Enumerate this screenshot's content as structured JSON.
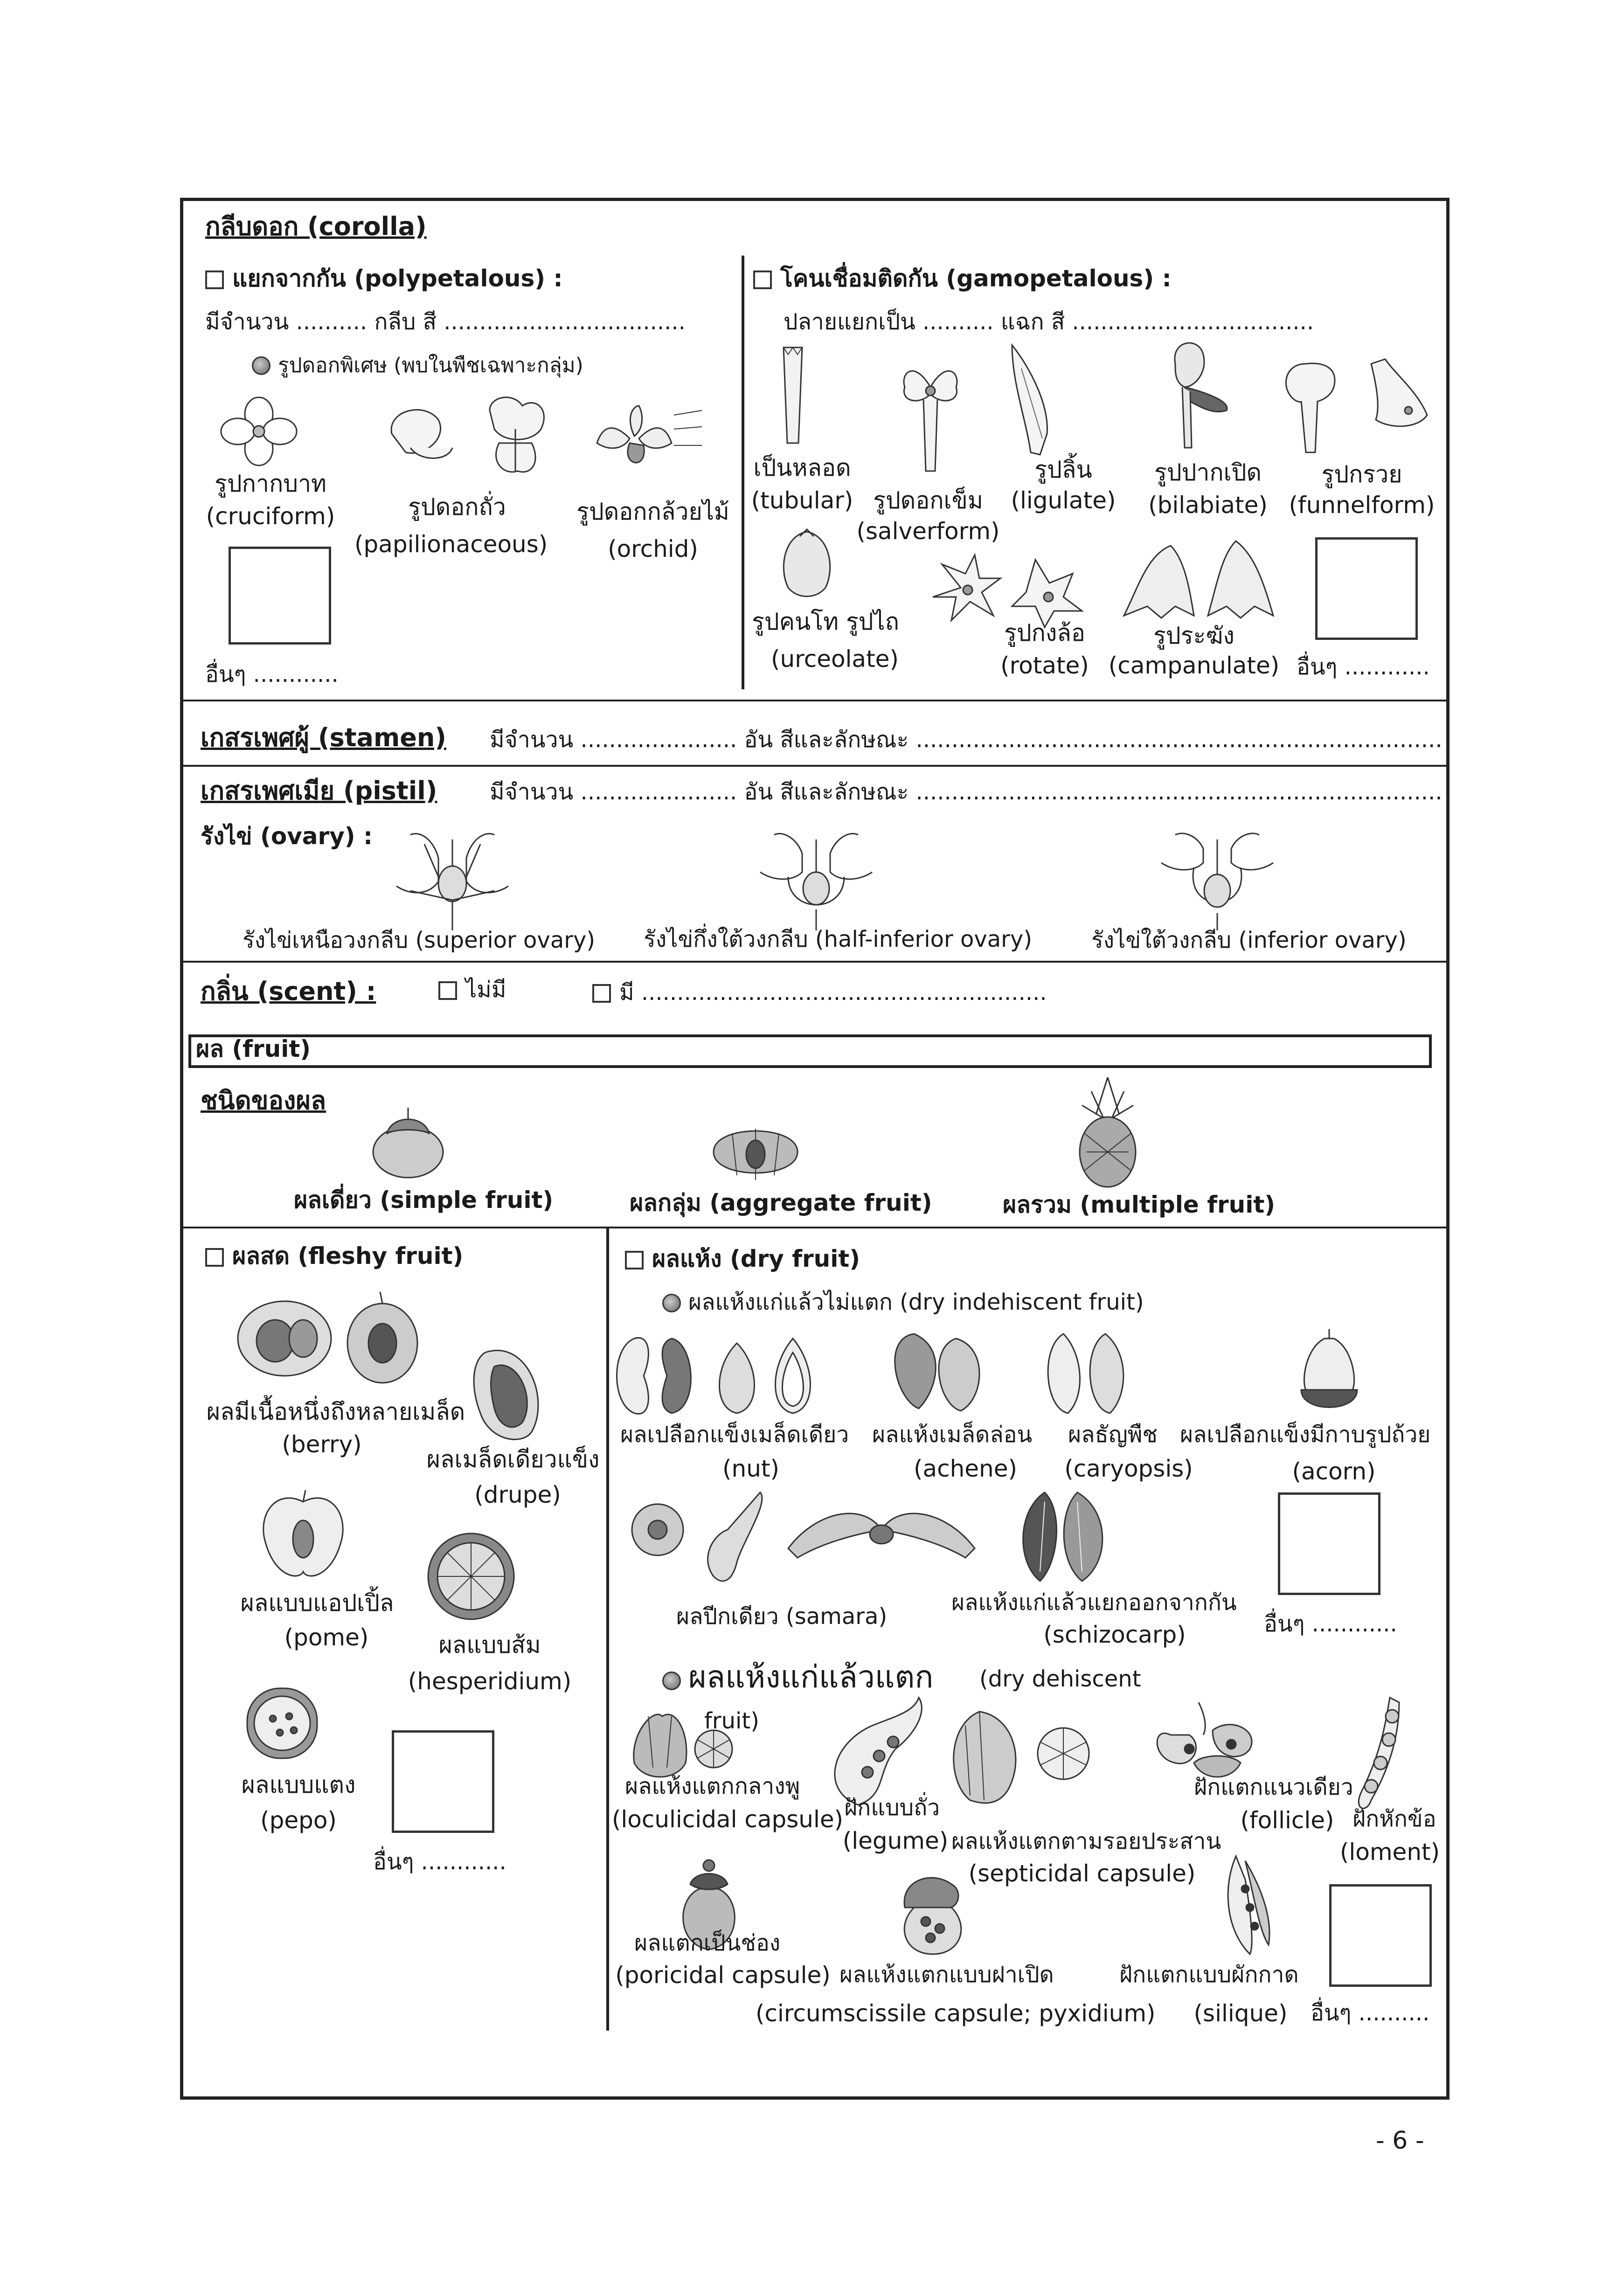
{
  "corolla": {
    "title": "กลีบดอก (corolla)",
    "poly": {
      "heading": "แยกจากกัน (polypetalous) :",
      "count_line": "มีจำนวน .......... กลีบ  สี ..................................",
      "special_heading": "รูปดอกพิเศษ (พบในพืชเฉพาะกลุ่ม)",
      "cruciform_th": "รูปกากบาท",
      "cruciform_en": "(cruciform)",
      "papilionaceous_th": "รูปดอกถั่ว",
      "papilionaceous_en": "(papilionaceous)",
      "orchid_th": "รูปดอกกล้วยไม้",
      "orchid_en": "(orchid)",
      "other": "อื่นๆ ............"
    },
    "gamo": {
      "heading": "โคนเชื่อมติดกัน (gamopetalous) :",
      "count_line": "ปลายแยกเป็น .......... แฉก  สี ..................................",
      "tubular_th": "เป็นหลอด",
      "tubular_en": "(tubular)",
      "salverform_th": "รูปดอกเข็ม",
      "salverform_en": "(salverform)",
      "ligulate_th": "รูปลิ้น",
      "ligulate_en": "(ligulate)",
      "bilabiate_th": "รูปปากเปิด",
      "bilabiate_en": "(bilabiate)",
      "funnelform_th": "รูปกรวย",
      "funnelform_en": "(funnelform)",
      "urceolate_th": "รูปคนโท รูปไถ",
      "urceolate_en": "(urceolate)",
      "rotate_th": "รูปกงล้อ",
      "rotate_en": "(rotate)",
      "campanulate_th": "รูประฆัง",
      "campanulate_en": "(campanulate)",
      "other": "อื่นๆ ............"
    }
  },
  "stamen": {
    "title": "เกสรเพศผู้ (stamen)",
    "line": "มีจำนวน ...................... อัน  สีและลักษณะ .........................................................................."
  },
  "pistil": {
    "title": "เกสรเพศเมีย (pistil)",
    "line": "มีจำนวน ...................... อัน  สีและลักษณะ .........................................................................."
  },
  "ovary": {
    "label": "รังไข่ (ovary) :",
    "superior": "รังไข่เหนือวงกลีบ (superior ovary)",
    "half": "รังไข่กึ่งใต้วงกลีบ (half-inferior ovary)",
    "inferior": "รังไข่ใต้วงกลีบ (inferior ovary)"
  },
  "scent": {
    "label": "กลิ่น (scent) :",
    "none": "ไม่มี",
    "has": "มี ........................................................."
  },
  "fruit": {
    "title": "ผล (fruit)",
    "types_heading": "ชนิดของผล",
    "simple": "ผลเดี่ยว (simple fruit)",
    "aggregate": "ผลกลุ่ม (aggregate fruit)",
    "multiple": "ผลรวม (multiple fruit)",
    "fleshy": {
      "heading": "ผลสด (fleshy fruit)",
      "berry_th": "ผลมีเนื้อหนึ่งถึงหลายเมล็ด",
      "berry_en": "(berry)",
      "drupe_th": "ผลเมล็ดเดียวแข็ง",
      "drupe_en": "(drupe)",
      "pome_th": "ผลแบบแอปเปิ้ล",
      "pome_en": "(pome)",
      "hesperidium_th": "ผลแบบส้ม",
      "hesperidium_en": "(hesperidium)",
      "pepo_th": "ผลแบบแตง",
      "pepo_en": "(pepo)",
      "other": "อื่นๆ ............"
    },
    "dry": {
      "heading": "ผลแห้ง (dry fruit)",
      "indehiscent": {
        "heading": "ผลแห้งแก่แล้วไม่แตก (dry indehiscent fruit)",
        "nut_th": "ผลเปลือกแข็งเมล็ดเดียว",
        "nut_en": "(nut)",
        "achene_th": "ผลแห้งเมล็ดล่อน",
        "achene_en": "(achene)",
        "caryopsis_th": "ผลธัญพืช",
        "caryopsis_en": "(caryopsis)",
        "acorn_th": "ผลเปลือกแข็งมีกาบรูปถ้วย",
        "acorn_en": "(acorn)",
        "samara": "ผลปีกเดียว (samara)",
        "schizocarp_th": "ผลแห้งแก่แล้วแยกออกจากกัน",
        "schizocarp_en": "(schizocarp)",
        "other": "อื่นๆ ............"
      },
      "dehiscent": {
        "heading_th": "ผลแห้งแก่แล้วแตก",
        "heading_en": "(dry dehiscent",
        "heading_en2": "fruit)",
        "loculicidal_th": "ผลแห้งแตกกลางพู",
        "loculicidal_en": "(loculicidal capsule)",
        "legume_th": "ฝักแบบถั่ว",
        "legume_en": "(legume)",
        "septicidal_th": "ผลแห้งแตกตามรอยประสาน",
        "septicidal_en": "(septicidal capsule)",
        "follicle_th": "ฝักแตกแนวเดียว",
        "follicle_en": "(follicle)",
        "loment_th": "ฝักหักข้อ",
        "loment_en": "(loment)",
        "poricidal_th": "ผลแตกเป็นช่อง",
        "poricidal_en": "(poricidal capsule)",
        "pyxidium_th": "ผลแห้งแตกแบบฝาเปิด",
        "pyxidium_en": "(circumscissile capsule; pyxidium)",
        "silique_th": "ฝักแตกแบบผักกาด",
        "silique_en": "(silique)",
        "other": "อื่นๆ .........."
      }
    }
  },
  "page_number": "- 6 -"
}
